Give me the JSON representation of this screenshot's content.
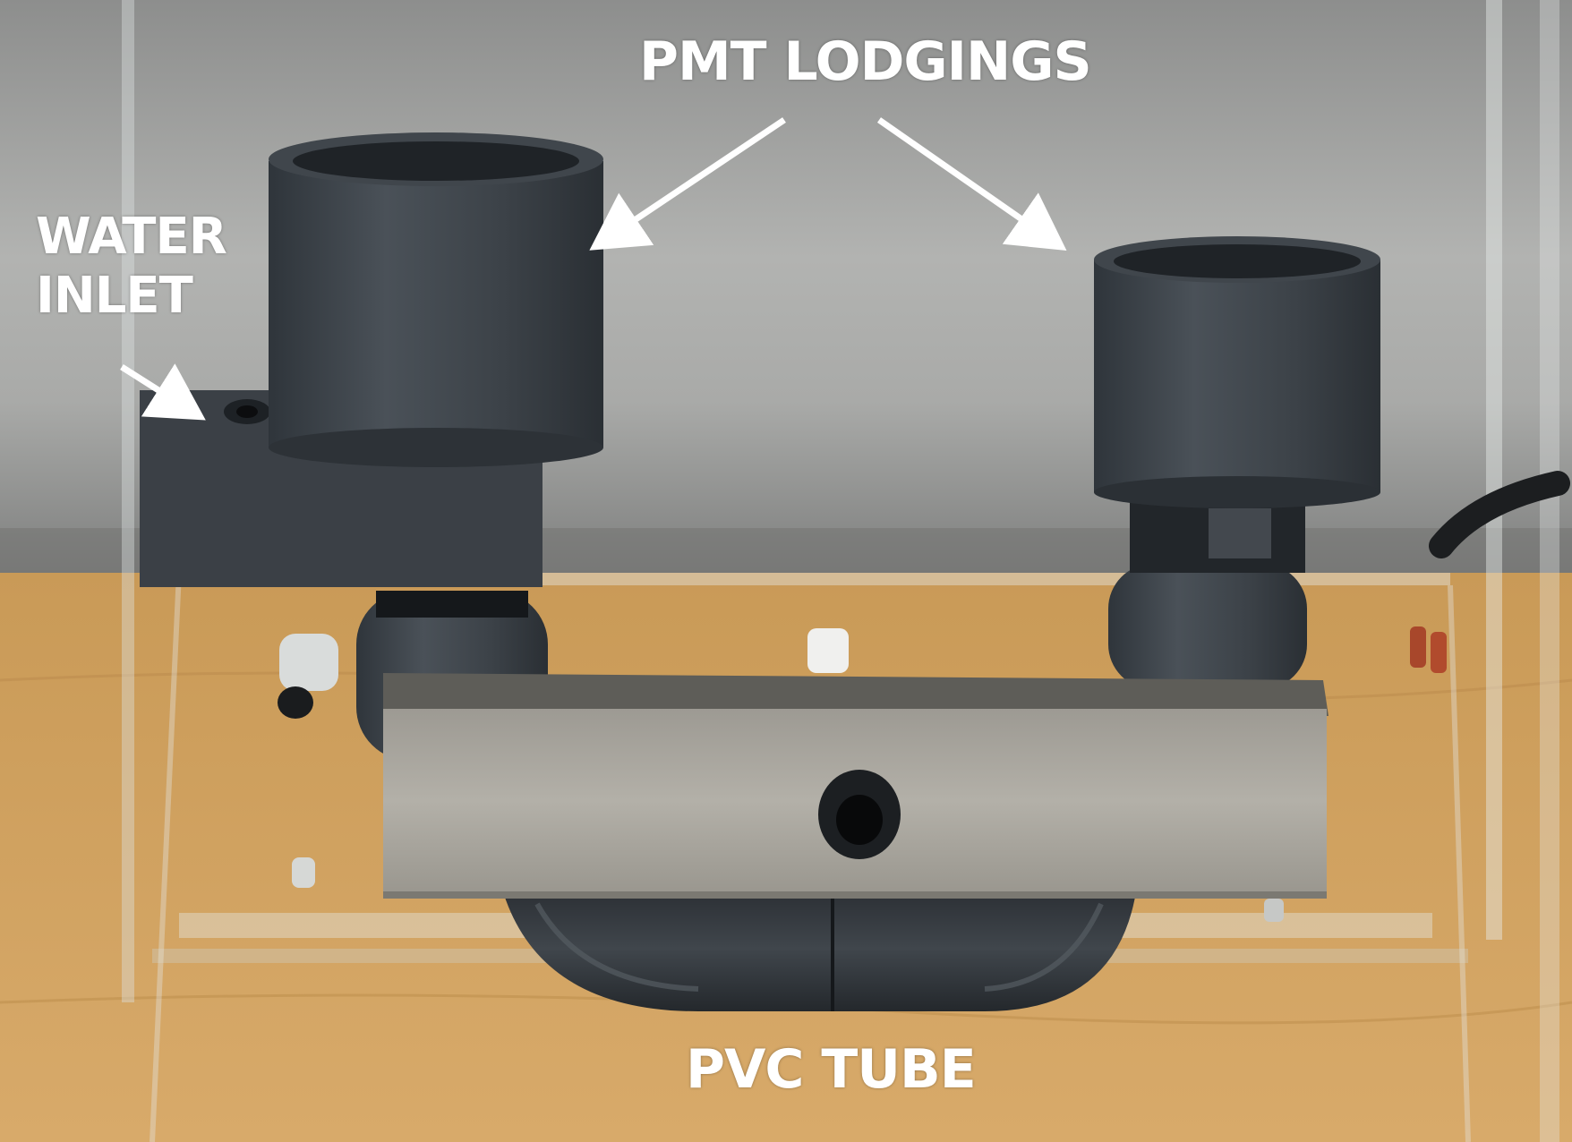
{
  "labels": {
    "pmt_lodgings": "PMT LODGINGS",
    "water_inlet_line1": "WATER",
    "water_inlet_line2": "INLET",
    "pvc_tube": "PVC TUBE"
  },
  "colors": {
    "label_text": "#ffffff",
    "dark_gray_plastic": "#3a3f45",
    "aluminium": "#a8a6a0",
    "wood_table": "#c89a5e"
  }
}
